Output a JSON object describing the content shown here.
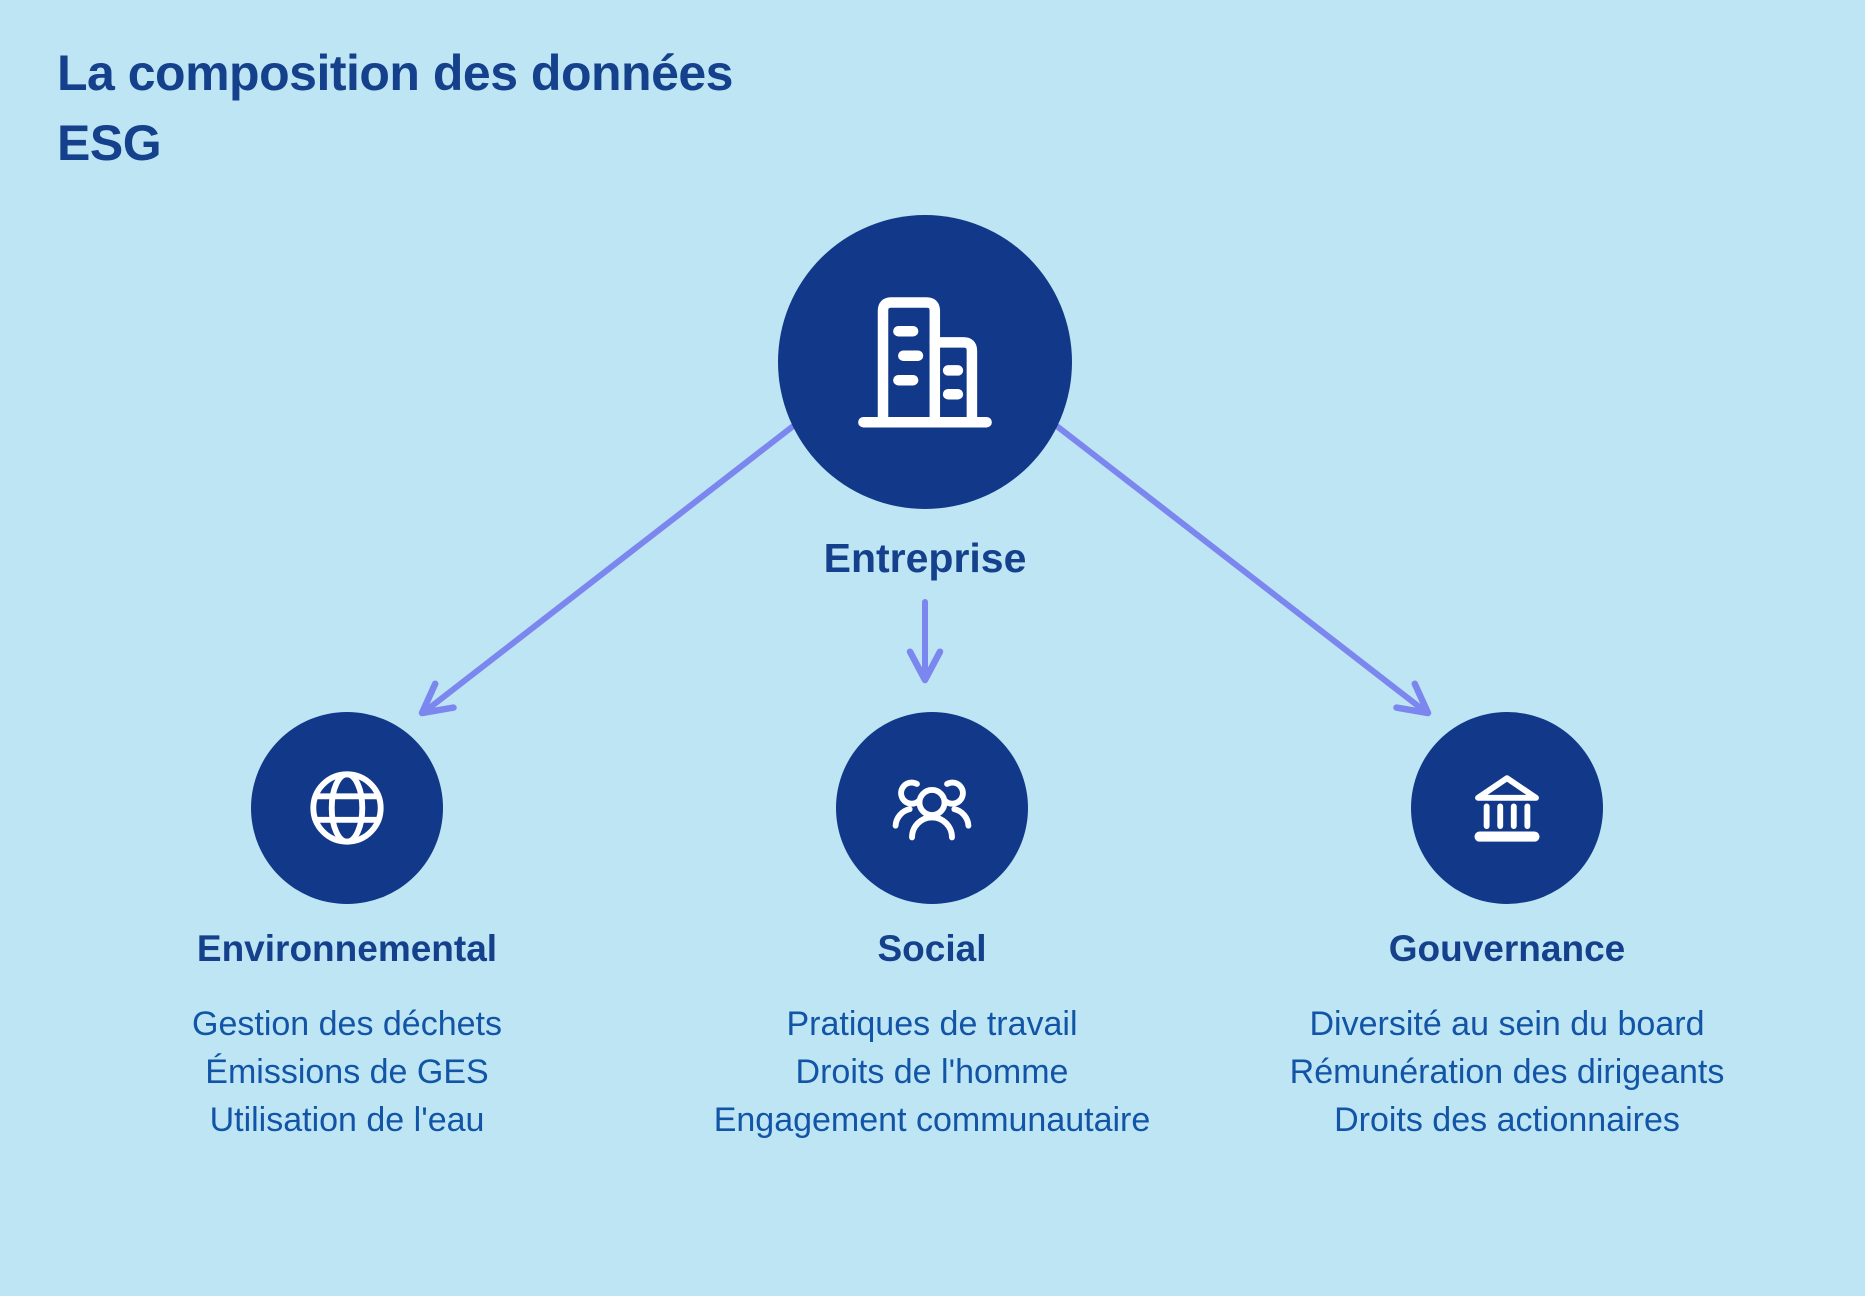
{
  "title": "La composition des données\nESG",
  "root": {
    "label": "Entreprise",
    "icon": "buildings-icon"
  },
  "branches": [
    {
      "id": "environnemental",
      "label": "Environnemental",
      "icon": "globe-icon",
      "items": [
        "Gestion des déchets",
        "Émissions de GES",
        "Utilisation de l'eau"
      ]
    },
    {
      "id": "social",
      "label": "Social",
      "icon": "people-icon",
      "items": [
        "Pratiques de travail",
        "Droits de l'homme",
        "Engagement communautaire"
      ]
    },
    {
      "id": "gouvernance",
      "label": "Gouvernance",
      "icon": "bank-icon",
      "items": [
        "Diversité au sein du board",
        "Rémunération des dirigeants",
        "Droits des actionnaires"
      ]
    }
  ],
  "colors": {
    "background": "#bee5f4",
    "node": "#113889",
    "heading": "#14408c",
    "body": "#1254a6",
    "arrow": "#7b86ee",
    "icon": "#ffffff"
  }
}
